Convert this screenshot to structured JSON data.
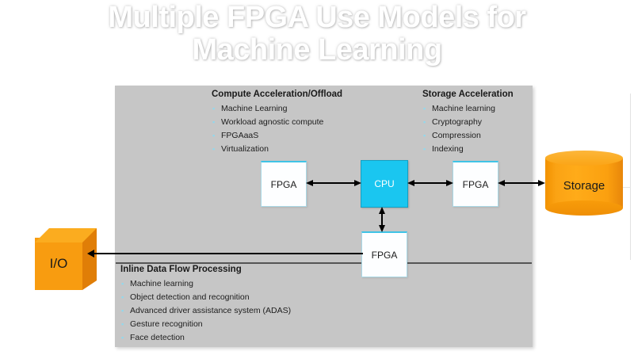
{
  "slide": {
    "title": "Multiple FPGA Use Models for\nMachine Learning",
    "panel_color": "#c6c6c6",
    "accent_cyan": "#1ac6f0",
    "accent_orange": "#f89c10"
  },
  "sections": {
    "compute": {
      "heading": "Compute Acceleration/Offload",
      "bullet_marker": "▪",
      "items": [
        "Machine Learning",
        "Workload agnostic compute",
        "FPGAaaS",
        "Virtualization"
      ]
    },
    "storage": {
      "heading": "Storage Acceleration",
      "bullet_marker": "▪",
      "items": [
        "Machine learning",
        "Cryptography",
        "Compression",
        "Indexing"
      ]
    },
    "inline": {
      "heading": "Inline Data Flow Processing",
      "bullet_marker": "▪",
      "items": [
        "Machine learning",
        "Object detection and recognition",
        "Advanced driver assistance system (ADAS)",
        "Gesture recognition",
        "Face detection"
      ]
    }
  },
  "nodes": {
    "fpga_left": "FPGA",
    "fpga_right": "FPGA",
    "fpga_bottom": "FPGA",
    "cpu": "CPU",
    "storage": "Storage",
    "io": "I/O"
  },
  "connections": [
    {
      "name": "fpga-left-to-cpu",
      "from": "fpga_left",
      "to": "cpu",
      "direction": "bidirectional"
    },
    {
      "name": "cpu-to-fpga-right",
      "from": "cpu",
      "to": "fpga_right",
      "direction": "bidirectional"
    },
    {
      "name": "fpga-right-to-storage",
      "from": "fpga_right",
      "to": "storage",
      "direction": "bidirectional"
    },
    {
      "name": "cpu-to-fpga-bottom",
      "from": "cpu",
      "to": "fpga_bottom",
      "direction": "bidirectional"
    },
    {
      "name": "fpga-bottom-to-io",
      "from": "fpga_bottom",
      "to": "io",
      "direction": "unidirectional"
    }
  ]
}
